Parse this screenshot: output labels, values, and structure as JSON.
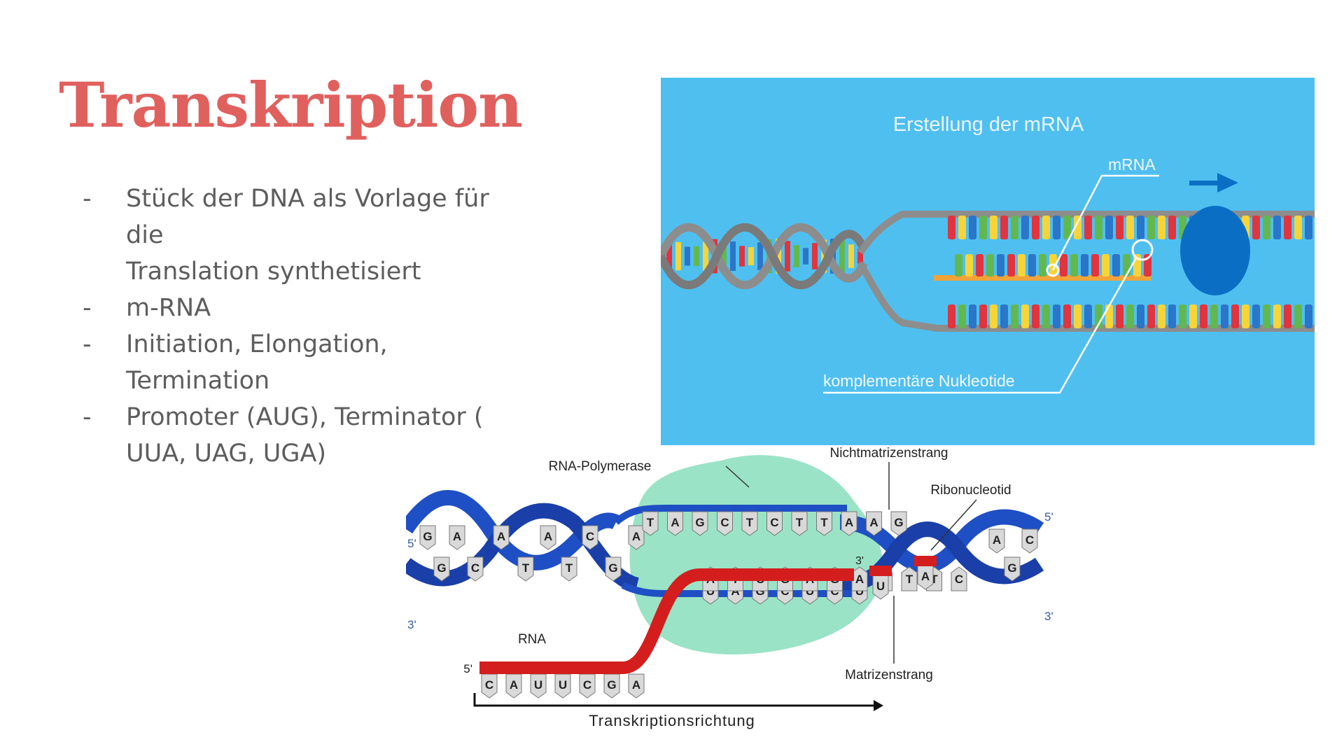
{
  "slide": {
    "title": "Transkription",
    "bullets": [
      {
        "dash": "-",
        "lines": [
          "Stück der DNA als Vorlage für die",
          "Translation synthetisiert"
        ]
      },
      {
        "dash": "-",
        "lines": [
          "m-RNA"
        ]
      },
      {
        "dash": "-",
        "lines": [
          "Initiation, Elongation, Termination"
        ]
      },
      {
        "dash": "-",
        "lines": [
          "Promoter (AUG), Terminator (",
          "UUA, UAG, UGA)"
        ]
      }
    ]
  },
  "figure_top": {
    "title": "Erstellung der mRNA",
    "label_mrna": "mRNA",
    "label_nucleotides": "komplementäre Nukleotide",
    "colors": {
      "background": "#4fbff0",
      "strand": "#8d8d8d",
      "enzyme": "#0a6fc4",
      "base_red": "#e0343e",
      "base_yellow": "#f6d43a",
      "base_blue": "#2a76c8",
      "base_green": "#62b84e"
    }
  },
  "figure_bottom": {
    "label_polymerase": "RNA-Polymerase",
    "label_nontemplate": "Nichtmatrizenstrang",
    "label_ribonucleotide": "Ribonucleotid",
    "label_template": "Matrizenstrang",
    "label_rna": "RNA",
    "label_direction": "Transkriptionsrichtung",
    "end_5_left": "5'",
    "end_3_left": "3'",
    "end_5_right": "5'",
    "end_3_right": "3'",
    "end_5_rna": "5'",
    "end_3_rna": "3'",
    "top_strand_bases": [
      "T",
      "A",
      "G",
      "C",
      "T",
      "C",
      "T",
      "T",
      "A",
      "A",
      "G"
    ],
    "bubble_rna_bases": [
      "U",
      "A",
      "G",
      "C",
      "U",
      "C",
      "U"
    ],
    "template_bases": [
      "A",
      "T",
      "C",
      "G",
      "A",
      "G",
      "A",
      "A",
      "T",
      "T",
      "C"
    ],
    "rna_tail_bases": [
      "C",
      "A",
      "U",
      "U",
      "C",
      "G",
      "A"
    ],
    "free_ribonucleotides": [
      "U",
      "A"
    ],
    "left_helix_bases": [
      "G",
      "G",
      "A",
      "C",
      "A",
      "T",
      "A",
      "T",
      "C",
      "G",
      "A"
    ],
    "right_helix_bases": [
      "A",
      "G",
      "C"
    ],
    "colors": {
      "helix": "#1f4fc4",
      "rna": "#d41e1e",
      "polymerase": "#8fe0c0",
      "base": "#d9d9d9"
    }
  }
}
